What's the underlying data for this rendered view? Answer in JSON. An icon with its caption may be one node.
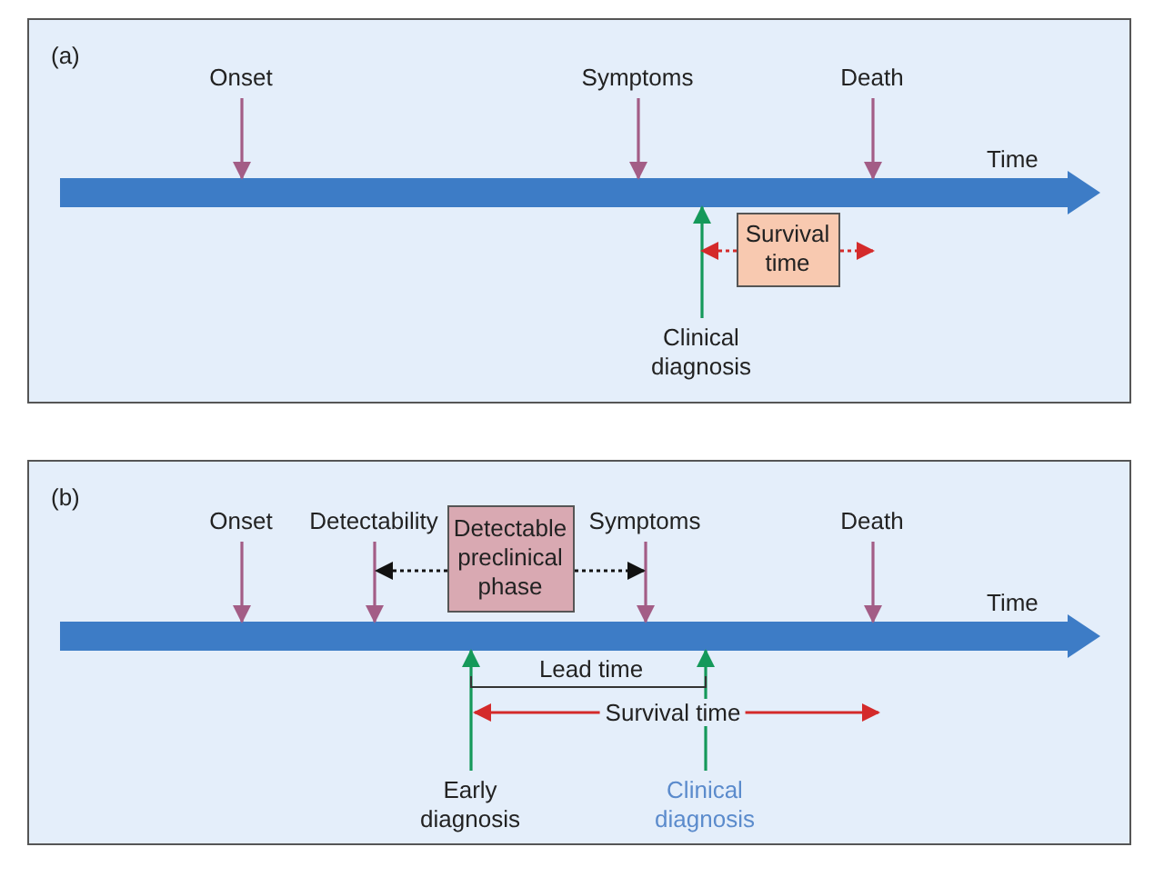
{
  "diagram": {
    "nodes": [
      {
        "text": [
          "(a)"
        ]
      },
      {
        "text": [],
        "shape": "bar",
        "in": 0,
        "beside": [
          "Time"
        ]
      },
      {
        "text": [
          "Onset"
        ],
        "in": 0
      },
      {
        "text": [
          "Symptoms"
        ],
        "in": 0
      },
      {
        "text": [
          "Death"
        ],
        "in": 0
      },
      {
        "text": [
          "Clinical diagnosis"
        ],
        "in": 0
      },
      {
        "text": [
          "Survival time"
        ],
        "in": 0
      },
      {
        "text": [
          "(b)"
        ]
      },
      {
        "text": [],
        "shape": "bar",
        "in": 7,
        "beside": [
          "Time"
        ]
      },
      {
        "text": [
          "Onset"
        ],
        "in": 7
      },
      {
        "text": [
          "Detectability"
        ],
        "in": 7
      },
      {
        "text": [
          "Detectable preclinical phase"
        ],
        "in": 7
      },
      {
        "text": [
          "Symptoms"
        ],
        "in": 7
      },
      {
        "text": [
          "Death"
        ],
        "in": 7
      },
      {
        "text": [
          "Early diagnosis"
        ],
        "in": 7
      },
      {
        "text": [
          "Clinical diagnosis"
        ],
        "in": 7
      }
    ],
    "edges": [
      {
        "from": 2,
        "to": 1,
        "arrow": "to"
      },
      {
        "from": 3,
        "to": 1,
        "arrow": "to"
      },
      {
        "from": 4,
        "to": 1,
        "arrow": "to"
      },
      {
        "from": 5,
        "to": 1,
        "arrow": "to",
        "color": "#15995a"
      },
      {
        "from": 6,
        "to": null,
        "arrow": "to",
        "style": "dashed",
        "color": "#d42a2a"
      },
      {
        "from": 6,
        "to": null,
        "arrow": "to",
        "style": "dashed",
        "color": "#d42a2a"
      },
      {
        "from": 9,
        "to": 8,
        "arrow": "to"
      },
      {
        "from": 10,
        "to": 8,
        "arrow": "to"
      },
      {
        "from": 12,
        "to": 8,
        "arrow": "to"
      },
      {
        "from": 13,
        "to": 8,
        "arrow": "to"
      },
      {
        "from": 11,
        "to": 10,
        "arrow": "to",
        "style": "dashed",
        "color": "#111111"
      },
      {
        "from": 11,
        "to": 12,
        "arrow": "to",
        "style": "dashed",
        "color": "#111111"
      },
      {
        "from": 14,
        "to": 8,
        "arrow": "to",
        "color": "#15995a"
      },
      {
        "from": 15,
        "to": 8,
        "arrow": "to",
        "color": "#15995a"
      },
      {
        "from": 14,
        "to": null,
        "arrow": "both",
        "label": "Survival time",
        "color": "#d42a2a"
      }
    ],
    "labels": [
      "Lead time"
    ]
  }
}
